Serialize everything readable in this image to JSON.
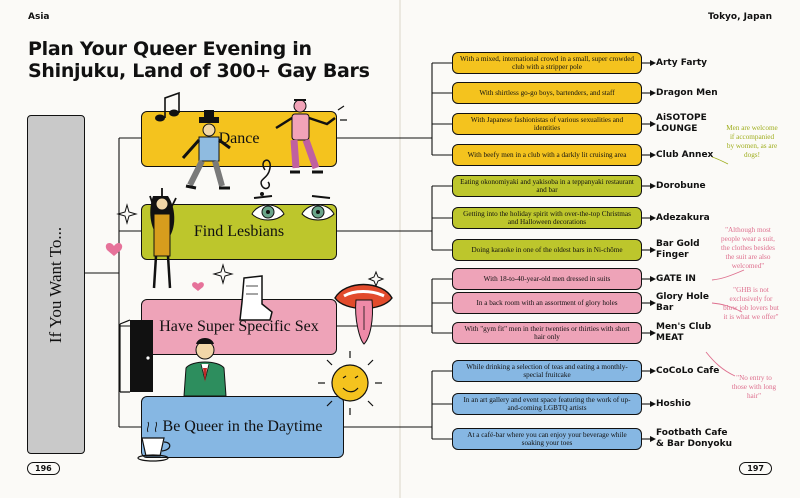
{
  "header": {
    "left_section": "Asia",
    "right_section": "Tokyo, Japan"
  },
  "title": "Plan Your Queer Evening in Shinjuku, Land of 300+ Gay Bars",
  "sidebar_label": "If You Want To...",
  "categories": [
    "Dance",
    "Find Lesbians",
    "Have Super Specific Sex",
    "Be Queer in the Daytime"
  ],
  "options": [
    {
      "desc": "With a mixed, international crowd in a small, super crowded club with a stripper pole",
      "bar": "Arty Farty"
    },
    {
      "desc": "With shirtless go-go boys, bartenders, and staff",
      "bar": "Dragon Men"
    },
    {
      "desc": "With Japanese fashionistas of various sexualities and identities",
      "bar": "AiSOTOPE LOUNGE"
    },
    {
      "desc": "With beefy men in a club with a darkly lit cruising area",
      "bar": "Club Annex"
    },
    {
      "desc": "Eating okonomiyaki and yakisoba in a teppanyaki restaurant and bar",
      "bar": "Dorobune"
    },
    {
      "desc": "Getting into the holiday spirit with over-the-top Christmas and Halloween decorations",
      "bar": "Adezakura"
    },
    {
      "desc": "Doing karaoke in one of the oldest bars in Ni-chōme",
      "bar": "Bar Gold Finger"
    },
    {
      "desc": "With 18-to-40-year-old men dressed in suits",
      "bar": "GATE IN"
    },
    {
      "desc": "In a back room with an assortment of glory holes",
      "bar": "Glory Hole Bar"
    },
    {
      "desc": "With \"gym fit\" men in their twenties or thirties with short hair only",
      "bar": "Men's Club MEAT"
    },
    {
      "desc": "While drinking a selection of teas and eating a monthly-special fruitcake",
      "bar": "CoCoLo Cafe"
    },
    {
      "desc": "In an art gallery and event space featuring the work of up-and-coming LGBTQ artists",
      "bar": "Hoshio"
    },
    {
      "desc": "At a café-bar where you can enjoy your beverage while soaking your toes",
      "bar": "Footbath Cafe & Bar Donyoku"
    }
  ],
  "notes": {
    "club_annex": "Men are welcome if accompanied by women, as are dogs!",
    "gate_in": "\"Although most people wear a suit, the clothes besides the suit are also welcomed\"",
    "glory_hole": "\"GHB is not exclusively for blow job lovers but it is what we offer\"",
    "meat": "\"No entry to those with long hair\""
  },
  "page_numbers": {
    "left": "196",
    "right": "197"
  },
  "colors": {
    "dance": "#f4c31e",
    "lesbians": "#bdc62c",
    "sex": "#eea3b8",
    "daytime": "#86b7e3",
    "note_green": "#9fae1e",
    "note_pink": "#de6f8e"
  }
}
